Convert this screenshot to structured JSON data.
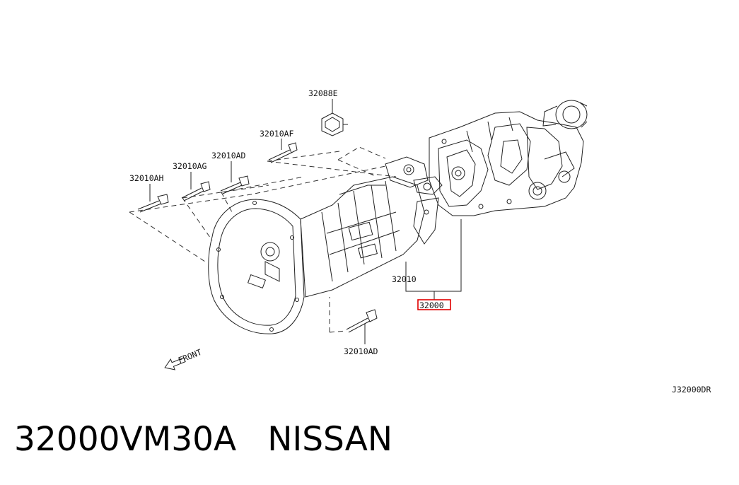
{
  "diagram": {
    "labels": {
      "sensor": "32088E",
      "bolt_af": "32010AF",
      "bolt_ad_top": "32010AD",
      "bolt_ag": "32010AG",
      "bolt_ah": "32010AH",
      "bolt_ad_bottom": "32010AD",
      "transmission_case": "32010",
      "assembly": "32000",
      "front": "FRONT",
      "drawing_code": "J32000DR"
    },
    "highlight_color": "#e00000"
  },
  "caption": {
    "part_number": "32000VM30A",
    "brand": "NISSAN"
  }
}
